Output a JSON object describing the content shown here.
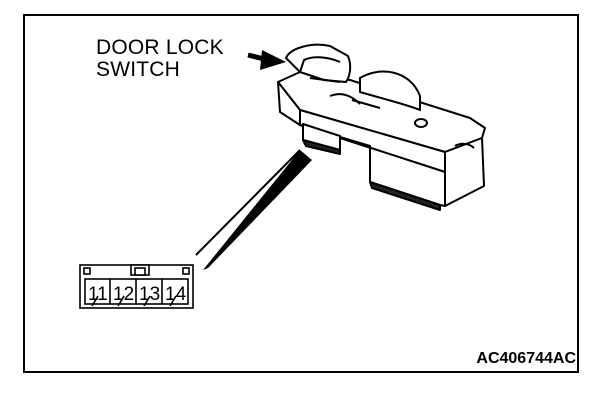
{
  "callout": {
    "line1": "DOOR LOCK",
    "line2": "SWITCH"
  },
  "connector": {
    "pins": [
      "11",
      "12",
      "13",
      "14"
    ]
  },
  "figure_id": "AC406744AC"
}
